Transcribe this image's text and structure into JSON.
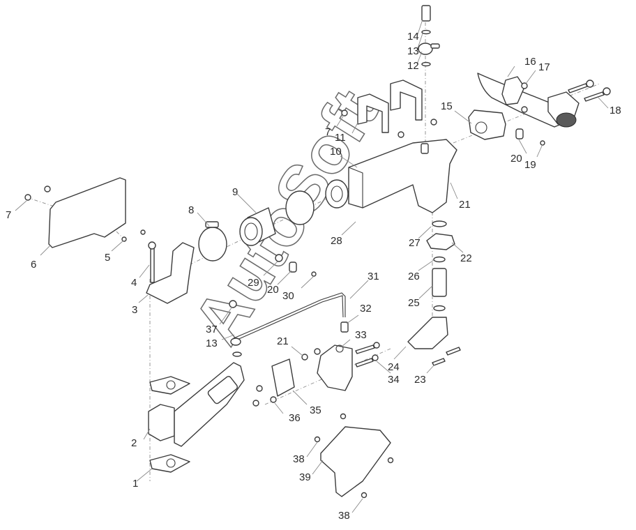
{
  "diagram": {
    "type": "exploded-parts-diagram",
    "subject": "EGR cooler / exhaust gas recirculation assembly",
    "watermark": "AutoSoft",
    "callouts": [
      {
        "id": "c-14",
        "label": "14"
      },
      {
        "id": "c-13a",
        "label": "13"
      },
      {
        "id": "c-12",
        "label": "12"
      },
      {
        "id": "c-16",
        "label": "16"
      },
      {
        "id": "c-17",
        "label": "17"
      },
      {
        "id": "c-18",
        "label": "18"
      },
      {
        "id": "c-15",
        "label": "15"
      },
      {
        "id": "c-7a",
        "label": "7"
      },
      {
        "id": "c-11",
        "label": "11"
      },
      {
        "id": "c-10",
        "label": "10"
      },
      {
        "id": "c-20a",
        "label": "20"
      },
      {
        "id": "c-19",
        "label": "19"
      },
      {
        "id": "c-9",
        "label": "9"
      },
      {
        "id": "c-7b",
        "label": "7"
      },
      {
        "id": "c-8",
        "label": "8"
      },
      {
        "id": "c-21a",
        "label": "21"
      },
      {
        "id": "c-6",
        "label": "6"
      },
      {
        "id": "c-5",
        "label": "5"
      },
      {
        "id": "c-28",
        "label": "28"
      },
      {
        "id": "c-27",
        "label": "27"
      },
      {
        "id": "c-22",
        "label": "22"
      },
      {
        "id": "c-4",
        "label": "4"
      },
      {
        "id": "c-29",
        "label": "29"
      },
      {
        "id": "c-26",
        "label": "26"
      },
      {
        "id": "c-31",
        "label": "31"
      },
      {
        "id": "c-20b",
        "label": "20"
      },
      {
        "id": "c-30",
        "label": "30"
      },
      {
        "id": "c-3",
        "label": "3"
      },
      {
        "id": "c-25",
        "label": "25"
      },
      {
        "id": "c-32",
        "label": "32"
      },
      {
        "id": "c-37",
        "label": "37"
      },
      {
        "id": "c-33",
        "label": "33"
      },
      {
        "id": "c-13b",
        "label": "13"
      },
      {
        "id": "c-21b",
        "label": "21"
      },
      {
        "id": "c-24",
        "label": "24"
      },
      {
        "id": "c-34",
        "label": "34"
      },
      {
        "id": "c-23",
        "label": "23"
      },
      {
        "id": "c-35",
        "label": "35"
      },
      {
        "id": "c-36",
        "label": "36"
      },
      {
        "id": "c-2",
        "label": "2"
      },
      {
        "id": "c-38a",
        "label": "38"
      },
      {
        "id": "c-39",
        "label": "39"
      },
      {
        "id": "c-1",
        "label": "1"
      },
      {
        "id": "c-38b",
        "label": "38"
      }
    ]
  }
}
